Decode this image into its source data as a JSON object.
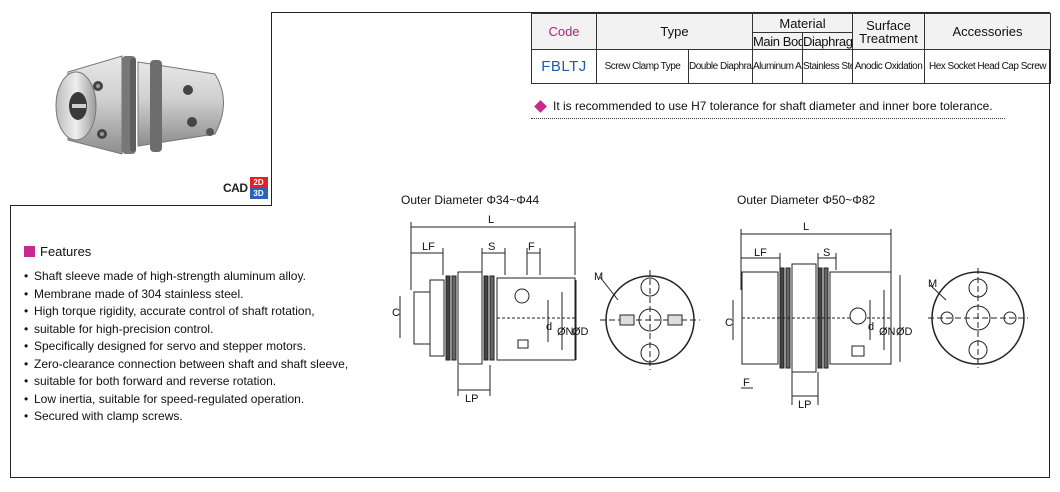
{
  "cad_badge": {
    "label": "CAD",
    "badge_2d": "2D",
    "badge_3d": "3D"
  },
  "table": {
    "headers": {
      "code": "Code",
      "type": "Type",
      "material": "Material",
      "main_body": "Main Body",
      "diaphragm": "Diaphragm",
      "surface": "Surface Treatment",
      "accessories": "Accessories"
    },
    "row": {
      "code": "FBLTJ",
      "type_1": "Screw Clamp Type",
      "type_2": "Double Diaphragm",
      "main_body": "Aluminum Alloy",
      "diaphragm": "Stainless Steel",
      "surface": "Anodic Oxidation",
      "accessories": "Hex Socket Head Cap Screw"
    }
  },
  "note": "It is recommended to use H7 tolerance for shaft diameter and inner bore tolerance.",
  "features": {
    "title": "Features",
    "items": [
      "Shaft sleeve made of high-strength aluminum alloy.",
      "Membrane made of 304 stainless steel.",
      "High torque rigidity, accurate control of shaft rotation,",
      "suitable for high-precision control.",
      "Specifically designed for servo and stepper motors.",
      "Zero-clearance connection between shaft and shaft sleeve,",
      "suitable for both forward and reverse rotation.",
      "Low inertia, suitable for speed-regulated operation.",
      "Secured with clamp screws."
    ]
  },
  "diagrams": {
    "small": {
      "title": "Outer Diameter Φ34~Φ44",
      "labels": {
        "L": "L",
        "LF": "LF",
        "S": "S",
        "F": "F",
        "LP": "LP",
        "C": "C",
        "d": "d",
        "N": "ØN",
        "D": "ØD",
        "M": "M"
      }
    },
    "large": {
      "title": "Outer Diameter Φ50~Φ82",
      "labels": {
        "L": "L",
        "LF": "LF",
        "S": "S",
        "F": "F",
        "LP": "LP",
        "C": "C",
        "d": "d",
        "N": "ØN",
        "D": "ØD",
        "M": "M"
      }
    }
  },
  "colors": {
    "accent_magenta": "#c72a8e",
    "code_blue": "#1f5bb4",
    "code_header": "#b0247d"
  }
}
